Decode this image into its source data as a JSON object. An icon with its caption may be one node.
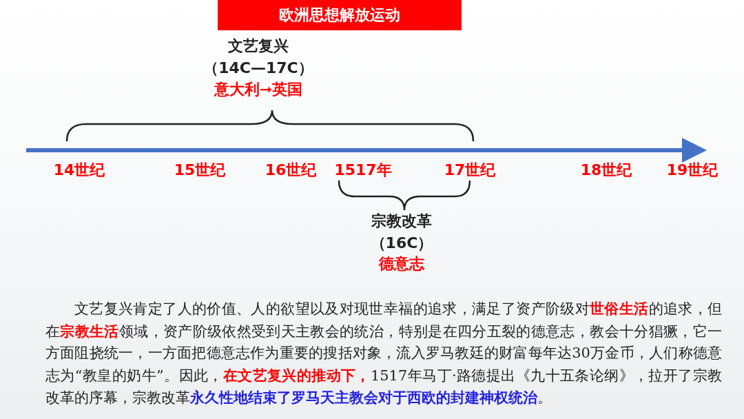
{
  "diagram": {
    "title": "欧洲思想解放运动",
    "labels": [
      "文艺复兴",
      "（14C—17C）",
      "意大利➞英国",
      "14世纪",
      "15世纪",
      "16世纪",
      "1517年",
      "17世纪",
      "18世纪",
      "19世纪",
      "宗教改革",
      "（16C）",
      "德意志",
      "文艺复兴肯定了人的价值、人的欲望以及对现世幸福的追求，满足了资产阶级对**世俗生活**的追求，但在**宗教生活**领域，资产阶级依然受到天主教会的统治，特别是在四分五裂的德意志，教会十分猖獗，它一方面阻挠统一，一方面把德意志作为重要的搜括对象，流入罗马教廷的财富每年达30万金币，人们称德意志为“教皇的奶牛”。因此，**在文艺复兴的推动下，**1517年马丁·路德提出《九十五条论纲》，拉开了宗教改革的序幕，宗教改革**永久性地结束了罗马天主教会对于西欧的封建神权统治**。"
    ]
  }
}
